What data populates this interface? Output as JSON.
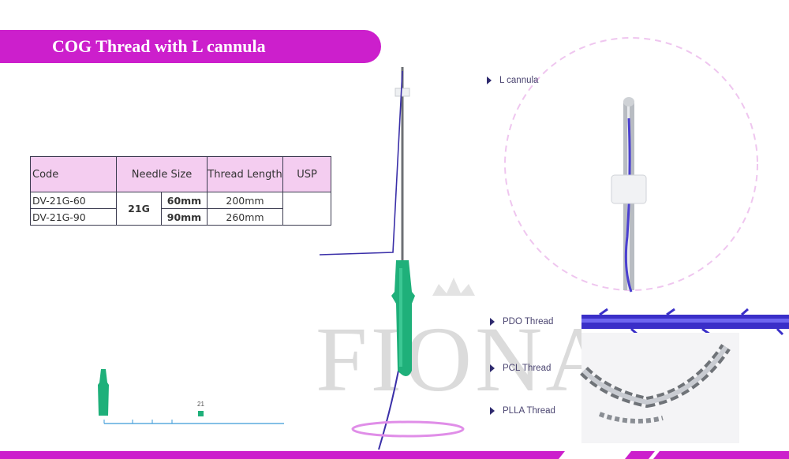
{
  "header": {
    "title": "COG Thread with L cannula"
  },
  "table": {
    "headers": {
      "code": "Code",
      "needle_size": "Needle Size",
      "thread_length": "Thread Length",
      "usp": "USP"
    },
    "rows": [
      {
        "code": "DV-21G-60",
        "length": "60mm",
        "thread": "200mm"
      },
      {
        "code": "DV-21G-90",
        "length": "90mm",
        "thread": "260mm"
      }
    ],
    "gauge": "21G"
  },
  "labels": {
    "cannula": "L cannula",
    "pdo": "PDO Thread",
    "pcl": "PCL Thread",
    "plla": "PLLA Thread"
  },
  "scale": {
    "label": "21"
  },
  "watermark": {
    "text": "FIONA"
  },
  "colors": {
    "brand": "#cc1fcc",
    "thread": "#3a2fa8",
    "needle_hub": "#1fb07a",
    "table_header": "#f4cdf0"
  }
}
